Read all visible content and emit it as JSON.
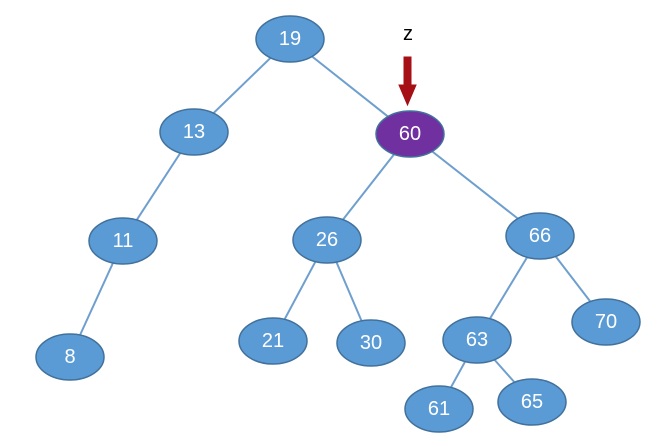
{
  "colors": {
    "node_fill": "#5b9bd5",
    "node_stroke": "#41719c",
    "highlight_fill": "#7030a0",
    "highlight_stroke": "#5a2386",
    "edge": "#6f9fcf",
    "pointer": "#a50f15",
    "label_text": "#ffffff"
  },
  "tree": {
    "nodes": [
      {
        "id": "19",
        "label": "19",
        "highlighted": false
      },
      {
        "id": "13",
        "label": "13",
        "highlighted": false
      },
      {
        "id": "60",
        "label": "60",
        "highlighted": true
      },
      {
        "id": "11",
        "label": "11",
        "highlighted": false
      },
      {
        "id": "8",
        "label": "8",
        "highlighted": false
      },
      {
        "id": "26",
        "label": "26",
        "highlighted": false
      },
      {
        "id": "66",
        "label": "66",
        "highlighted": false
      },
      {
        "id": "21",
        "label": "21",
        "highlighted": false
      },
      {
        "id": "30",
        "label": "30",
        "highlighted": false
      },
      {
        "id": "63",
        "label": "63",
        "highlighted": false
      },
      {
        "id": "70",
        "label": "70",
        "highlighted": false
      },
      {
        "id": "61",
        "label": "61",
        "highlighted": false
      },
      {
        "id": "65",
        "label": "65",
        "highlighted": false
      }
    ],
    "edges": [
      [
        "19",
        "13"
      ],
      [
        "19",
        "60"
      ],
      [
        "13",
        "11"
      ],
      [
        "11",
        "8"
      ],
      [
        "60",
        "26"
      ],
      [
        "60",
        "66"
      ],
      [
        "26",
        "21"
      ],
      [
        "26",
        "30"
      ],
      [
        "66",
        "63"
      ],
      [
        "66",
        "70"
      ],
      [
        "63",
        "61"
      ],
      [
        "63",
        "65"
      ]
    ]
  },
  "pointer": {
    "label": "z",
    "target": "60"
  }
}
